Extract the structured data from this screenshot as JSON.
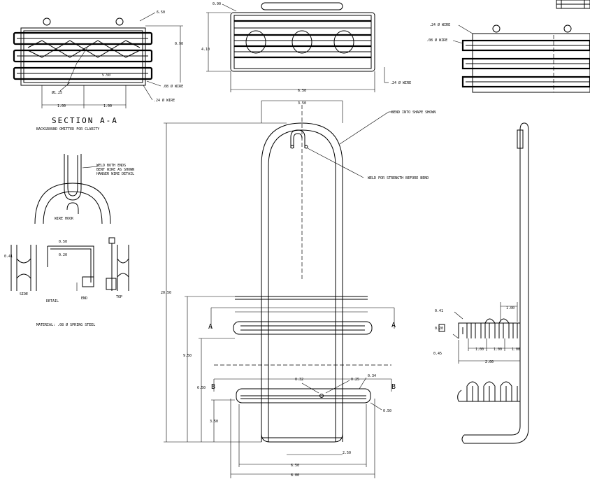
{
  "drawing": {
    "section_title": "SECTION A-A",
    "section_subtitle": "BACKGROUND OMITTED FOR CLARITY",
    "detail_label": "DETAIL",
    "material_label": "MATERIAL: .08 Ø SPRING STEEL",
    "note_top_weld": "WELD BOTH ENDS",
    "note_bent_wire": "BENT WIRE AS SHOWN",
    "note_wire_hook": "WIRE HOOK",
    "note_hanger": "HANGER WIRE DETAIL",
    "section_marks": {
      "a": "A",
      "b": "B"
    },
    "dims_top_left": {
      "d1": "6.50",
      "d2": "0.90",
      "d3": "5.50",
      "d4": "Ø1.25",
      "d5": ".08 Ø WIRE",
      "d6": ".24 Ø WIRE",
      "d7": "1.00",
      "d8": "1.00"
    },
    "dims_top_center": {
      "d1": "0.90",
      "d2": "4.10",
      "d3": "6.50",
      "d4": ".24 Ø WIRE"
    },
    "dims_top_right": {
      "d1": ".24 Ø WIRE",
      "d2": ".08 Ø WIRE"
    },
    "dims_main": {
      "width_top": "3.50",
      "height_total": "20.50",
      "h1": "9.50",
      "h2": "6.50",
      "h3": "3.50",
      "w_bottom1": "6.50",
      "w_bottom2": "8.00",
      "w_inner": "2.50",
      "d_small1": "0.32",
      "d_small2": "0.25",
      "d_small3": "0.34",
      "d_r": "0.50"
    },
    "dims_side": {
      "s1": "0.41",
      "s2": "0.50",
      "s3": "0.20",
      "s4": "1.00",
      "s5": "0.45",
      "s6": "2.00",
      "s7": "1.00",
      "s8": "1.00"
    },
    "leader_top": "BEND INTO SHAPE SHOWN",
    "leader_mid": "WELD FOR STRENGTH BEFORE BEND",
    "detail_labels": {
      "a": "DETAIL",
      "b": "SIDE",
      "c": "END",
      "d": "TOP"
    }
  }
}
